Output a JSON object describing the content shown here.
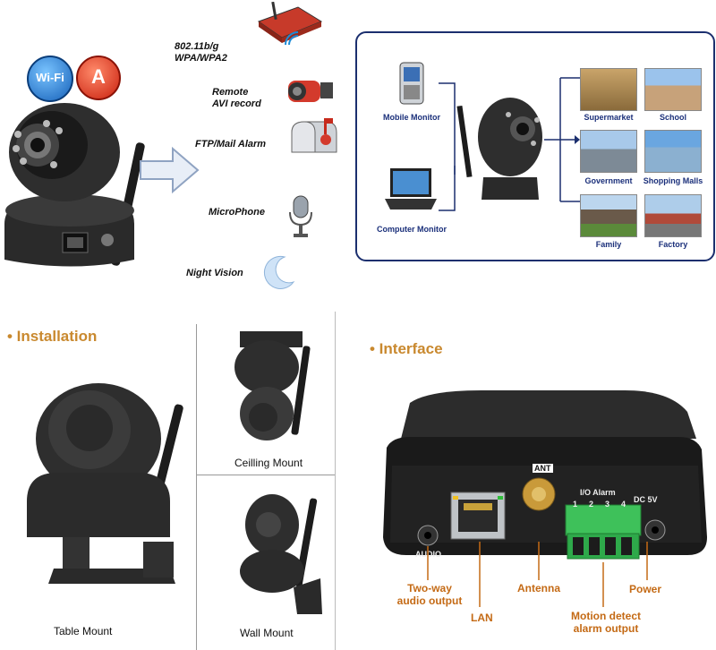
{
  "top": {
    "badges": {
      "wifi": "Wi-Fi",
      "a": "A"
    },
    "features": [
      {
        "label": "802.11b/g\nWPA/WPA2",
        "icon": "router-icon"
      },
      {
        "label": "Remote\nAVI record",
        "icon": "camcorder-icon"
      },
      {
        "label": "FTP/Mail Alarm",
        "icon": "mailbox-icon"
      },
      {
        "label": "MicroPhone",
        "icon": "microphone-icon"
      },
      {
        "label": "Night Vision",
        "icon": "moon-icon"
      }
    ]
  },
  "network": {
    "monitors": [
      {
        "label": "Mobile Monitor",
        "icon": "phone-icon"
      },
      {
        "label": "Computer Monitor",
        "icon": "laptop-icon"
      }
    ],
    "places": [
      {
        "label": "Supermarket"
      },
      {
        "label": "School"
      },
      {
        "label": "Government"
      },
      {
        "label": "Shopping Malls"
      },
      {
        "label": "Family"
      },
      {
        "label": "Factory"
      }
    ]
  },
  "installation": {
    "title": "• Installation",
    "mounts": {
      "table": "Table Mount",
      "ceiling": "Ceilling Mount",
      "wall": "Wall Mount"
    }
  },
  "interface": {
    "title": "• Interface",
    "panel": {
      "ant": "ANT",
      "io_alarm": "I/O Alarm",
      "pins": [
        "1",
        "2",
        "3",
        "4"
      ],
      "dc": "DC 5V",
      "audio": "AUDIO"
    },
    "callouts": {
      "audio": "Two-way\naudio output",
      "lan": "LAN",
      "antenna": "Antenna",
      "alarm": "Motion detect\nalarm output",
      "power": "Power"
    }
  }
}
